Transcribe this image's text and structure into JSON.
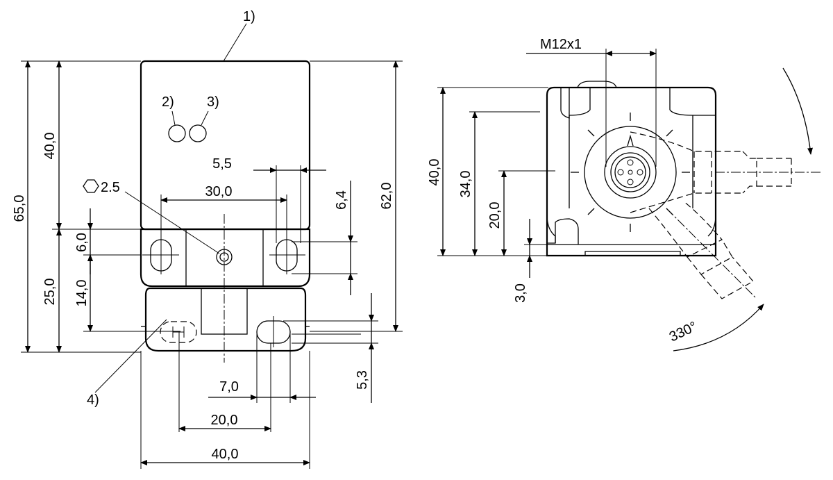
{
  "front_view": {
    "callouts": {
      "c1": "1)",
      "c2": "2)",
      "c3": "3)",
      "c4": "4)"
    },
    "hex_size": "2.5",
    "dims": {
      "height_total": "65,0",
      "height_upper": "40,0",
      "height_lower": "25,0",
      "height_right": "62,0",
      "slot_height": "6,0",
      "slot_to_bottom": "14,0",
      "hole_diameter": "5,5",
      "hole_spacing": "30,0",
      "slot_height_right": "6,4",
      "bottom_slot_offset": "5,3",
      "bottom_slot_width": "7,0",
      "bottom_hole_spacing": "20,0",
      "width": "40,0"
    }
  },
  "side_view": {
    "thread": "M12x1",
    "angle": "330°",
    "dims": {
      "height": "40,0",
      "connector_height": "34,0",
      "axis_height": "20,0",
      "base_height": "3,0"
    }
  }
}
